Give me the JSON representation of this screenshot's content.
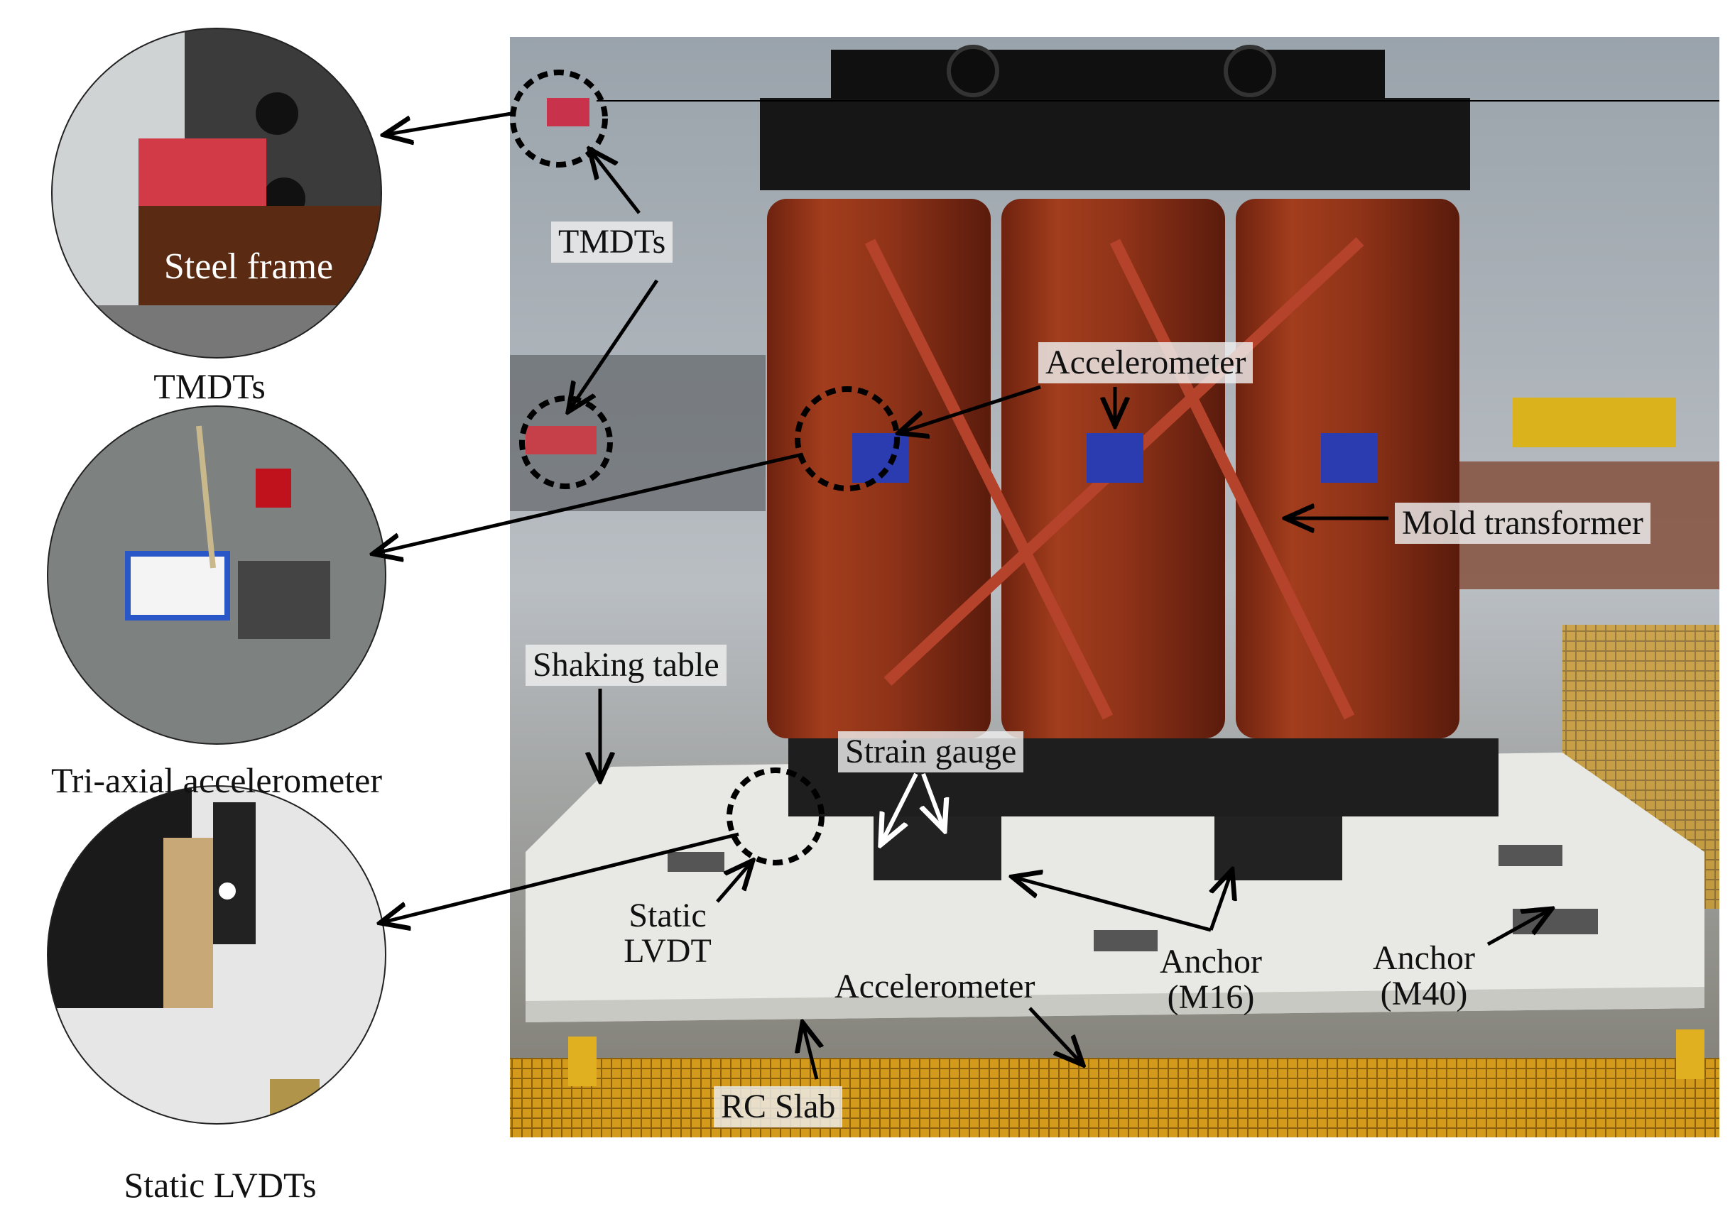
{
  "figure": {
    "captions": {
      "tmdts": "TMDTs",
      "accelerometer": "Tri-axial accelerometer",
      "lvdts": "Static LVDTs"
    },
    "inset_labels": {
      "steel_frame": "Steel frame"
    },
    "labels": {
      "tmdts": "TMDTs",
      "accelerometer_top": "Accelerometer",
      "mold_transformer": "Mold transformer",
      "shaking_table": "Shaking table",
      "strain_gauge": "Strain gauge",
      "static_lvdt_line1": "Static",
      "static_lvdt_line2": "LVDT",
      "accelerometer_bottom": "Accelerometer",
      "anchor_m16_line1": "Anchor",
      "anchor_m16_line2": "(M16)",
      "anchor_m40_line1": "Anchor",
      "anchor_m40_line2": "(M40)",
      "rc_slab": "RC Slab"
    }
  },
  "colors": {
    "coil": "#9c3519",
    "frame": "#1b1b1b",
    "slab": "#e9e9e6",
    "grating": "#d8a020",
    "background": "#c8ccd0"
  }
}
